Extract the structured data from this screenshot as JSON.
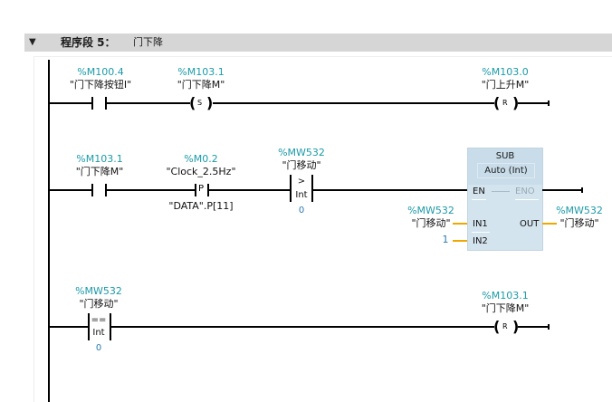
{
  "network": {
    "collapse_icon": "▼",
    "number_label": "程序段 5：",
    "title": "门下降"
  },
  "rungs": [
    {
      "contact1": {
        "address": "%M100.4",
        "symbol": "\"门下降按钮I\"",
        "type": "NO contact"
      },
      "coil_set": {
        "address": "%M103.1",
        "symbol": "\"门下降M\"",
        "letter": "S"
      },
      "coil_reset": {
        "address": "%M103.0",
        "symbol": "\"门上升M\"",
        "letter": "R"
      }
    },
    {
      "contact1": {
        "address": "%M103.1",
        "symbol": "\"门下降M\"",
        "type": "NO contact"
      },
      "p_trig": {
        "address": "%M0.2",
        "symbol": "\"Clock_2.5Hz\"",
        "letter": "P",
        "edge_memory": "\"DATA\".P[11]"
      },
      "compare": {
        "address": "%MW532",
        "symbol": "\"门移动\"",
        "operator": ">",
        "datatype": "Int",
        "operand2": "0"
      },
      "sub": {
        "title": "SUB",
        "type": "Auto (Int)",
        "pins": {
          "en": "EN",
          "eno": "ENO",
          "in1": "IN1",
          "in2": "IN2",
          "out": "OUT"
        },
        "in1": {
          "address": "%MW532",
          "symbol": "\"门移动\""
        },
        "in2": {
          "value": "1"
        },
        "out": {
          "address": "%MW532",
          "symbol": "\"门移动\""
        }
      }
    },
    {
      "compare": {
        "address": "%MW532",
        "symbol": "\"门移动\"",
        "operator": "==",
        "datatype": "Int",
        "operand2": "0"
      },
      "coil_reset": {
        "address": "%M103.1",
        "symbol": "\"门下降M\"",
        "letter": "R"
      }
    }
  ]
}
